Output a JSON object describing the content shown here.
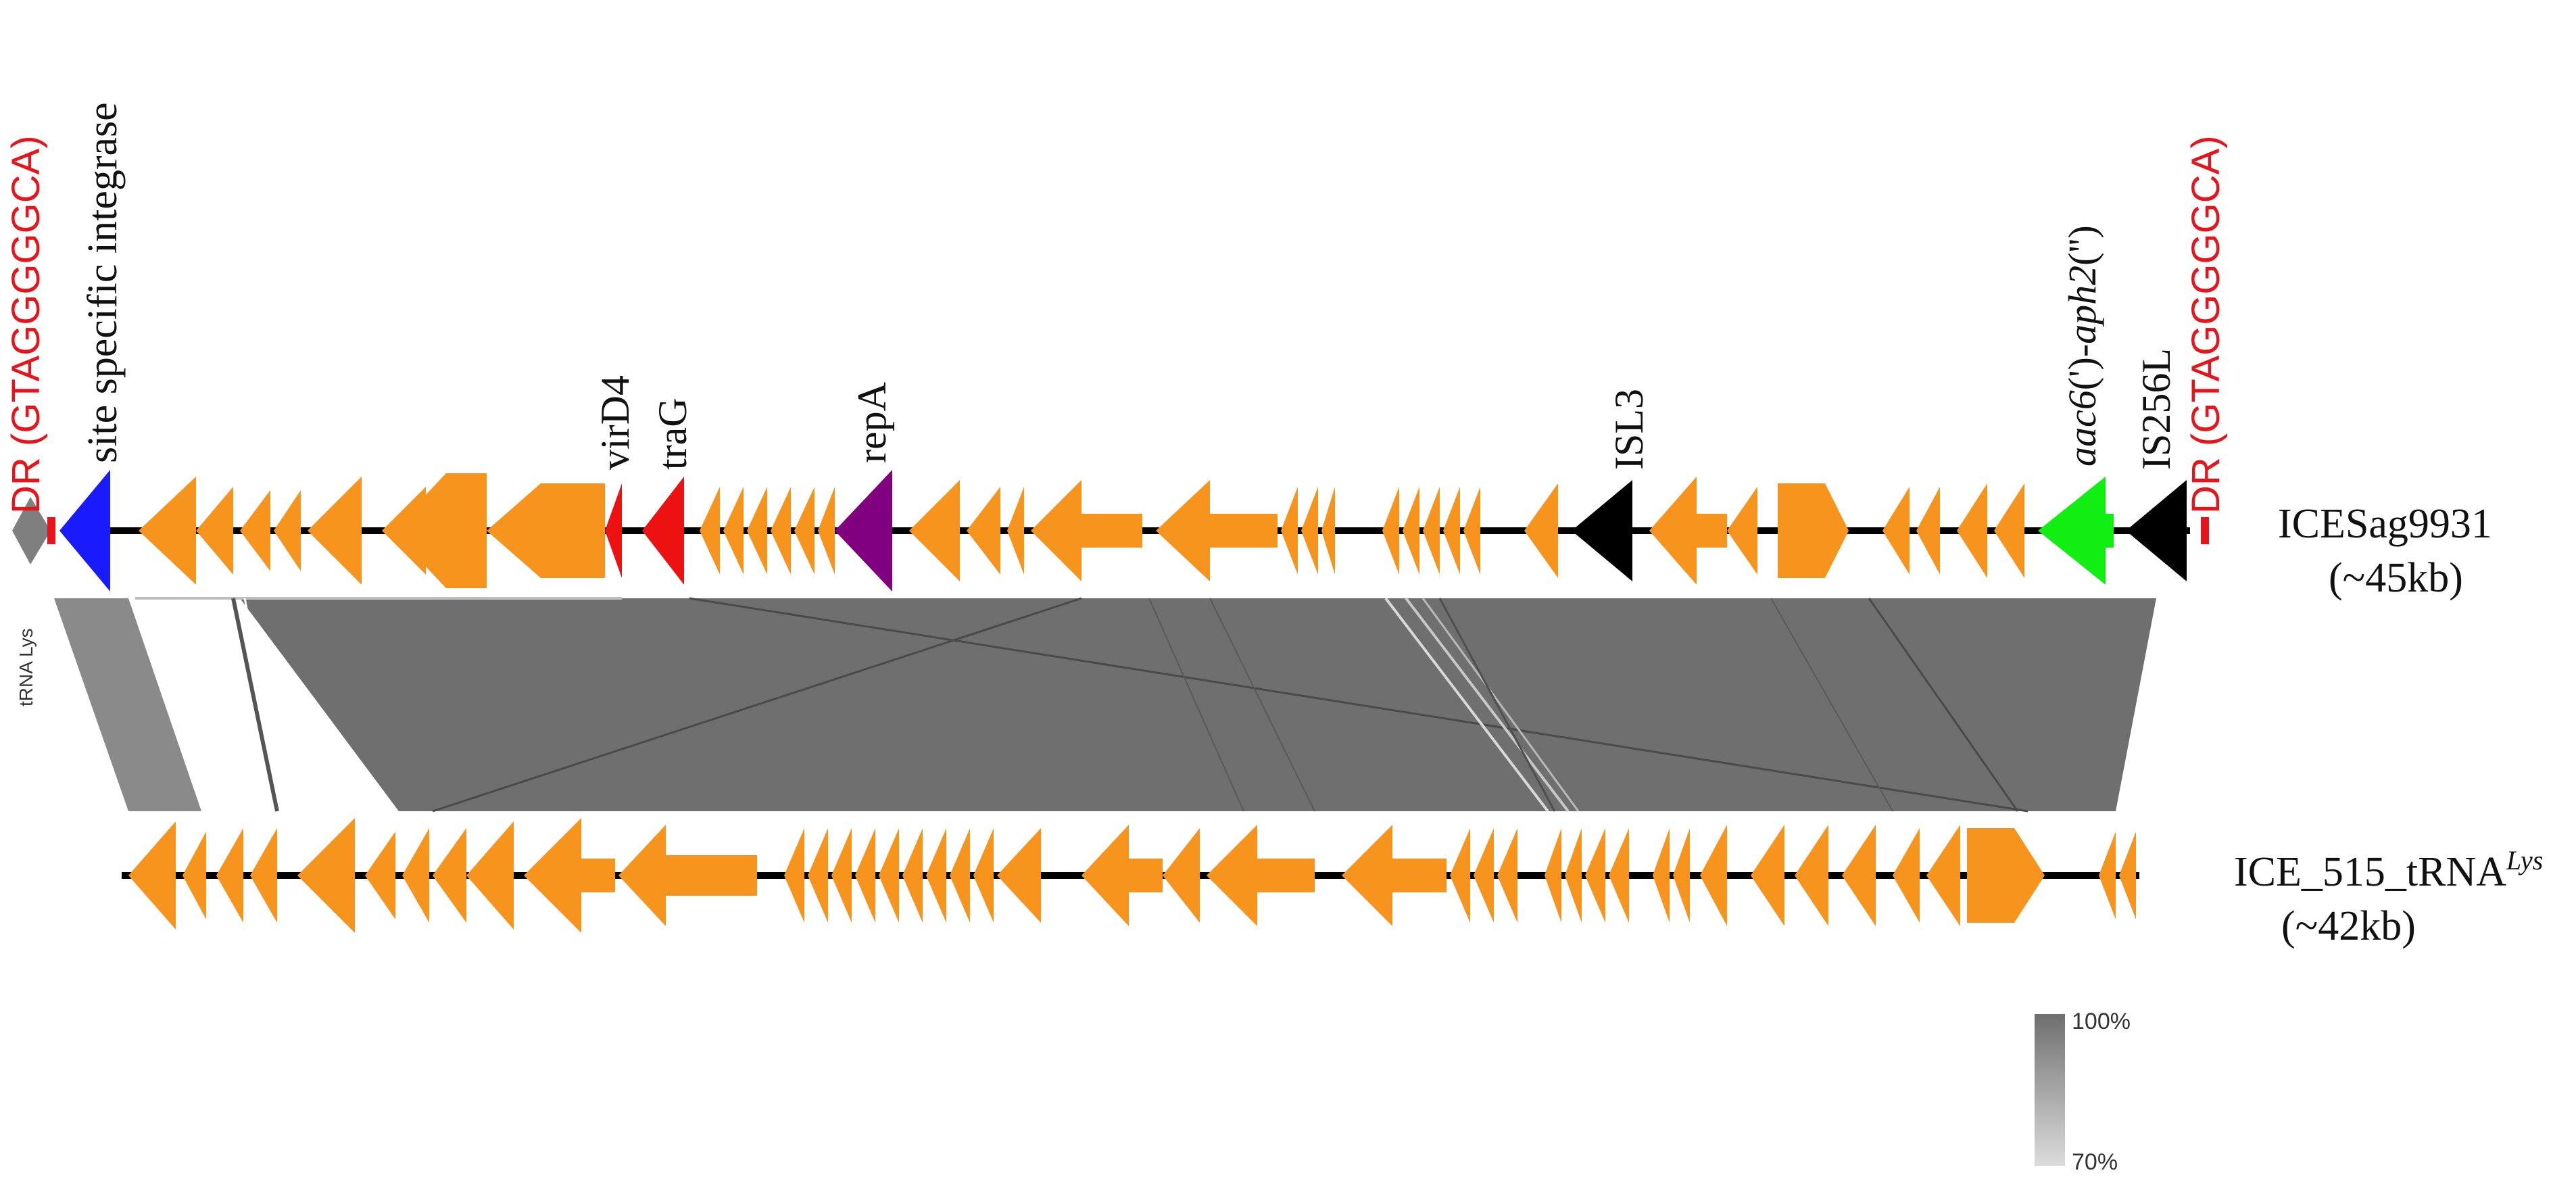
{
  "colors": {
    "background": "#ffffff",
    "backbone": "#000000",
    "dr_label": "#e8141b",
    "dr_marker": "#e8141b",
    "trna_marker": "#7f7f7f",
    "orf": "#f7941d",
    "integrase": "#1a1aff",
    "conjugation": "#ee1111",
    "repA": "#800080",
    "insertion_sequence": "#000000",
    "resistance_gene": "#11ee11",
    "homology_max": "#6f6f6f",
    "homology_min": "#dcdcdc",
    "text": "#111111"
  },
  "labels": {
    "dr_left": "DR (GTAGGGGGCA)",
    "dr_right": "DR (GTAGGGGGCA)",
    "integrase": "site specific integrase",
    "virD4": "virD4",
    "traG": "traG",
    "repA": "repA",
    "isl3": "ISL3",
    "resistance_prefix": "aac6",
    "resistance_mid": "(')-",
    "resistance_gene": "aph2",
    "resistance_suffix": "('')",
    "is256l": "IS256L",
    "trna": "tRNA Lys"
  },
  "tracks": {
    "top": {
      "name": "ICESag9931",
      "size": "(~45kb)"
    },
    "bottom": {
      "name_prefix": "ICE_515_tRNA",
      "name_superscript": "Lys",
      "size": "(~42kb)"
    }
  },
  "legend": {
    "max_label": "100%",
    "min_label": "70%"
  }
}
